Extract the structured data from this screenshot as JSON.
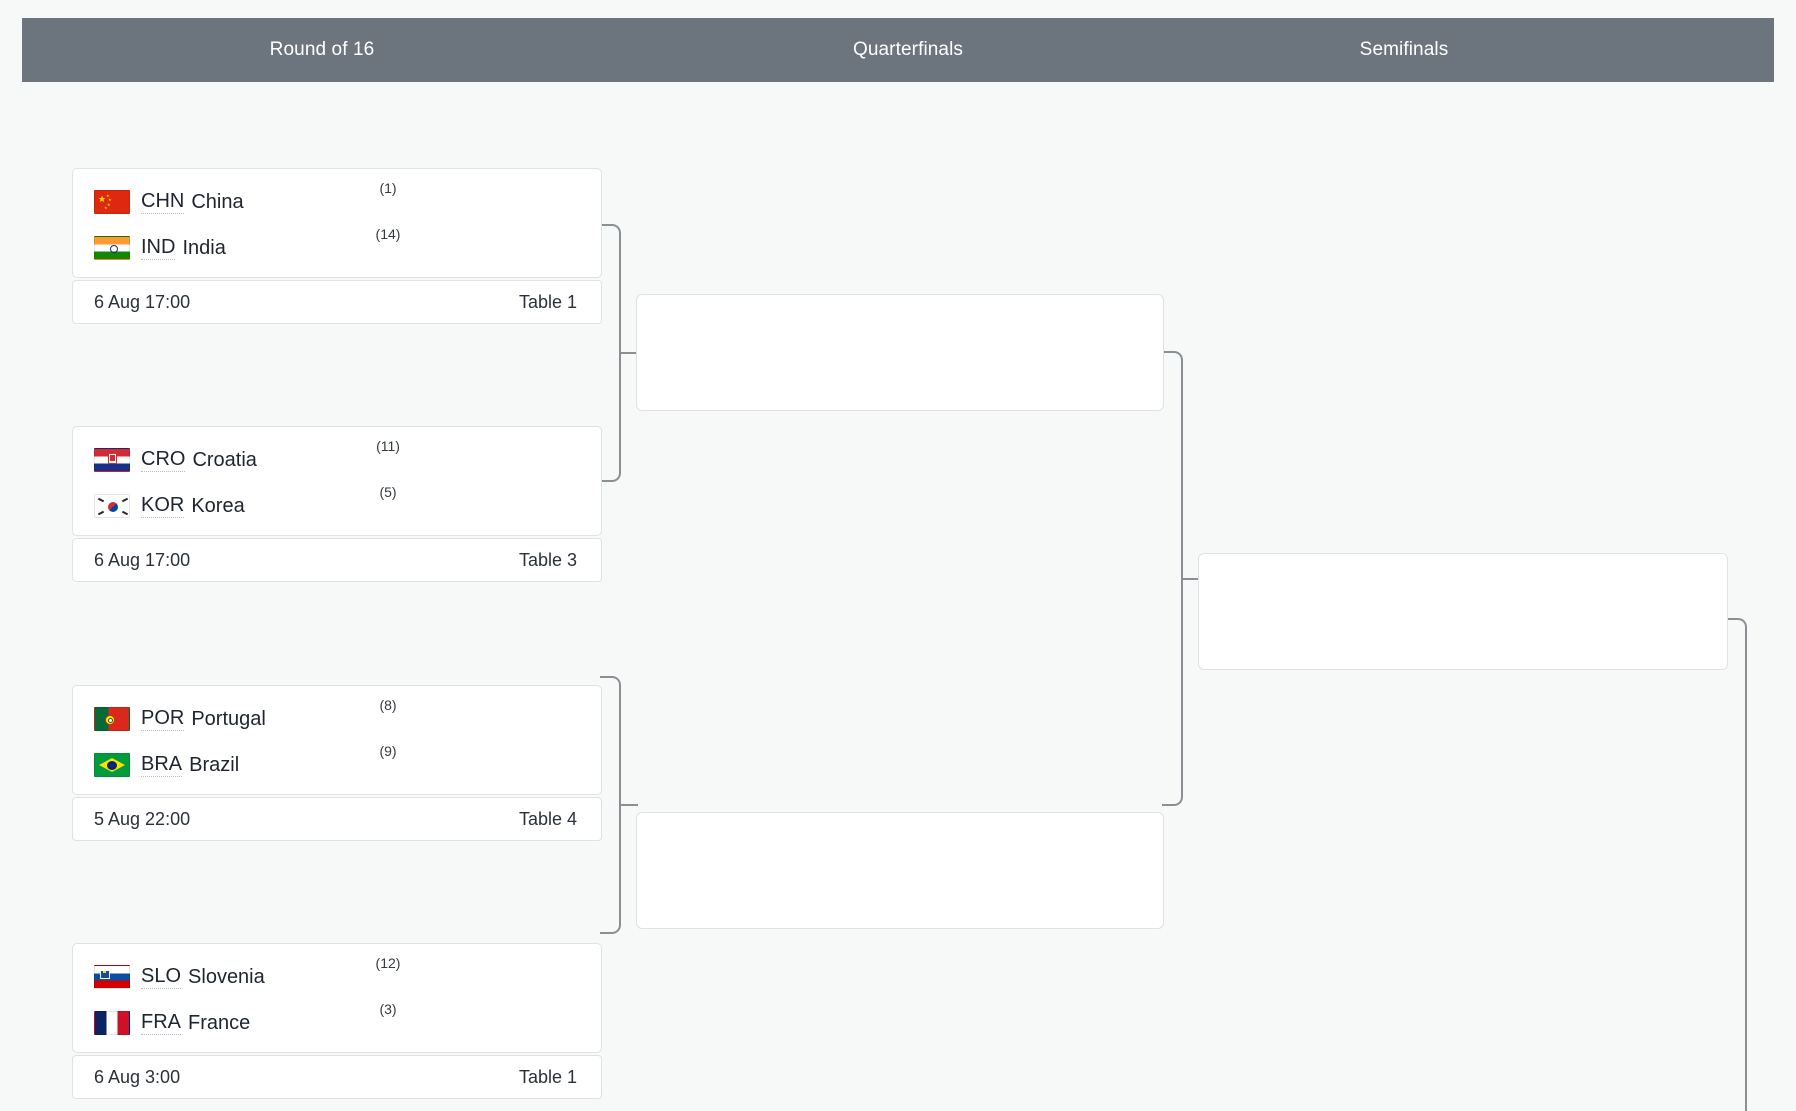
{
  "rounds": [
    {
      "id": "round-of-16",
      "label": "Round of 16"
    },
    {
      "id": "quarterfinals",
      "label": "Quarterfinals"
    },
    {
      "id": "semifinals",
      "label": "Semifinals"
    }
  ],
  "matches": [
    {
      "id": "r16-m1",
      "date": "6 Aug 17:00",
      "table": "Table 1",
      "teams": [
        {
          "code": "CHN",
          "name": "China",
          "seed": "(1)",
          "flag": "flag-china"
        },
        {
          "code": "IND",
          "name": "India",
          "seed": "(14)",
          "flag": "flag-india"
        }
      ]
    },
    {
      "id": "r16-m2",
      "date": "6 Aug 17:00",
      "table": "Table 3",
      "teams": [
        {
          "code": "CRO",
          "name": "Croatia",
          "seed": "(11)",
          "flag": "flag-croatia"
        },
        {
          "code": "KOR",
          "name": "Korea",
          "seed": "(5)",
          "flag": "flag-korea"
        }
      ]
    },
    {
      "id": "r16-m3",
      "date": "5 Aug 22:00",
      "table": "Table 4",
      "teams": [
        {
          "code": "POR",
          "name": "Portugal",
          "seed": "(8)",
          "flag": "flag-portugal"
        },
        {
          "code": "BRA",
          "name": "Brazil",
          "seed": "(9)",
          "flag": "flag-brazil"
        }
      ]
    },
    {
      "id": "r16-m4",
      "date": "6 Aug 3:00",
      "table": "Table 1",
      "teams": [
        {
          "code": "SLO",
          "name": "Slovenia",
          "seed": "(12)",
          "flag": "flag-slovenia"
        },
        {
          "code": "FRA",
          "name": "France",
          "seed": "(3)",
          "flag": "flag-france"
        }
      ]
    }
  ],
  "empty_slots": [
    {
      "id": "qf-1",
      "round": "quarterfinals"
    },
    {
      "id": "qf-2",
      "round": "quarterfinals"
    },
    {
      "id": "sf-1",
      "round": "semifinals"
    }
  ],
  "colors": {
    "header_bar": "#6c757d",
    "header_text": "#ffffff",
    "page_background": "#f7f8f8",
    "card_background": "#ffffff",
    "card_border": "#dfe1e3",
    "connector": "#8a8f94",
    "text_primary": "#1e2430"
  }
}
